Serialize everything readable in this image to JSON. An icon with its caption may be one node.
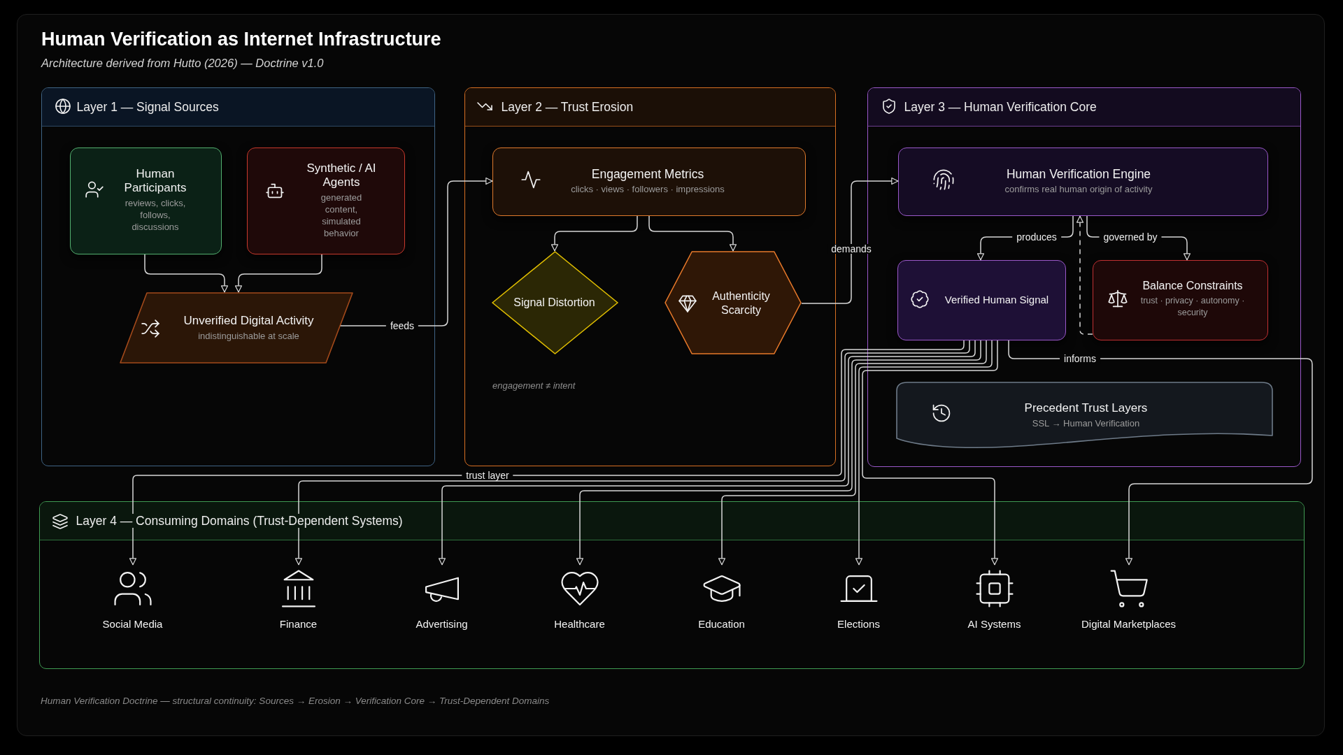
{
  "diagram": {
    "title": "Human Verification as Internet Infrastructure",
    "caption": "Human Verification Doctrine — structural continuity: Sources → Erosion → Verification Core → Trust-Dependent Domains",
    "nodes": [
      {
        "text": [
          "Layer 1 — Signal Sources"
        ]
      },
      {
        "text": [
          "Human Participants",
          "reviews, clicks, follows, discussions"
        ],
        "in": 0
      },
      {
        "text": [
          "Synthetic / AI Agents",
          "generated content, simulated behavior"
        ],
        "in": 0
      },
      {
        "text": [
          "Unverified Digital Activity",
          "indistinguishable at scale"
        ],
        "in": 0
      },
      {
        "text": [
          "Layer 2 — Trust Erosion"
        ]
      },
      {
        "text": [
          "Engagement Metrics",
          "clicks · views · followers · impressions"
        ],
        "in": 4
      },
      {
        "text": [
          "Signal Distortion"
        ],
        "in": 4
      },
      {
        "text": [
          "Authenticity Scarcity"
        ],
        "in": 4
      },
      {
        "text": [
          "Layer 3 — Human Verification Core"
        ]
      },
      {
        "text": [
          "Human Verification Engine",
          "confirms real human origin of activity"
        ],
        "in": 8
      },
      {
        "text": [
          "Verified Human Signal"
        ],
        "in": 8
      },
      {
        "text": [
          "Balance Constraints",
          "trust · privacy · autonomy · security"
        ],
        "in": 8
      },
      {
        "text": [
          "Precedent Trust Layers",
          "SSL → Human Verification"
        ],
        "in": 8
      },
      {
        "text": [
          "Layer 4 — Consuming Domains (Trust-Dependent Systems)"
        ]
      },
      {
        "text": [
          "Social Media"
        ],
        "in": 13
      },
      {
        "text": [
          "Finance"
        ],
        "in": 13
      },
      {
        "text": [
          "Advertising"
        ],
        "in": 13
      },
      {
        "text": [
          "Healthcare"
        ],
        "in": 13
      },
      {
        "text": [
          "Education"
        ],
        "in": 13
      },
      {
        "text": [
          "Elections"
        ],
        "in": 13
      },
      {
        "text": [
          "AI Systems"
        ],
        "in": 13
      },
      {
        "text": [
          "Digital Marketplaces"
        ],
        "in": 13
      }
    ],
    "edges": [
      {
        "from": 1,
        "to": 3,
        "arrow": "to"
      },
      {
        "from": 2,
        "to": 3,
        "arrow": "to"
      },
      {
        "from": 3,
        "to": 5,
        "arrow": "to",
        "label": "feeds"
      },
      {
        "from": 5,
        "to": 6,
        "arrow": "to"
      },
      {
        "from": 5,
        "to": 7,
        "arrow": "to"
      },
      {
        "from": 7,
        "to": 9,
        "arrow": "to",
        "label": "demands"
      },
      {
        "from": 9,
        "to": 10,
        "arrow": "to",
        "label": "produces"
      },
      {
        "from": 9,
        "to": 11,
        "arrow": "to",
        "label": "governed by"
      },
      {
        "from": 11,
        "to": 9,
        "arrow": "to",
        "style": "dashed"
      },
      {
        "from": 10,
        "to": 14,
        "arrow": "to",
        "label": "trust layer"
      },
      {
        "from": 10,
        "to": 15,
        "arrow": "to"
      },
      {
        "from": 10,
        "to": 16,
        "arrow": "to"
      },
      {
        "from": 10,
        "to": 17,
        "arrow": "to"
      },
      {
        "from": 10,
        "to": 18,
        "arrow": "to"
      },
      {
        "from": 10,
        "to": 19,
        "arrow": "to"
      },
      {
        "from": 10,
        "to": 20,
        "arrow": "to"
      },
      {
        "from": 10,
        "to": 21,
        "arrow": "to",
        "label": "informs"
      }
    ],
    "labels": [
      "Architecture derived from Hutto (2026) — Doctrine v1.0",
      "engagement ≠ intent"
    ]
  }
}
